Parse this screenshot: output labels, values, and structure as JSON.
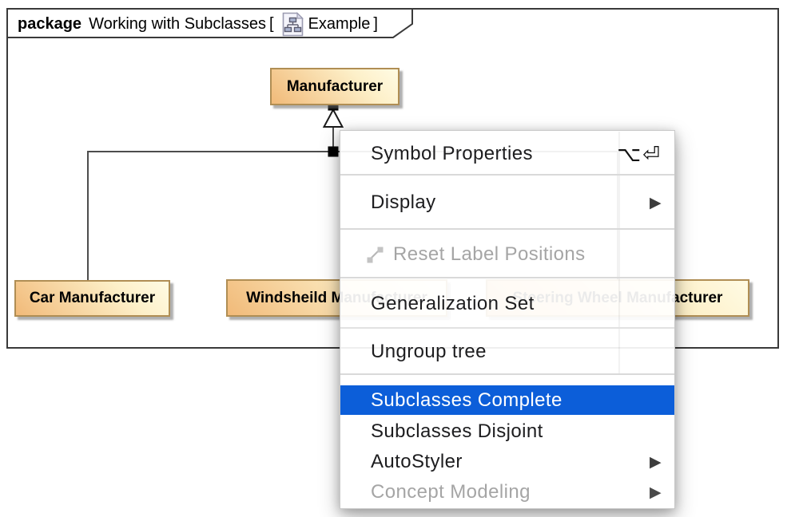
{
  "diagram": {
    "header": {
      "keyword": "package",
      "title": "Working with Subclasses",
      "bracket_open": "[",
      "diagram_name": "Example",
      "bracket_close": "]",
      "icon": "class-diagram-icon"
    },
    "classes": [
      {
        "name": "Manufacturer"
      },
      {
        "name": "Car Manufacturer"
      },
      {
        "name": "Windsheild Manufacturer"
      },
      {
        "name": "Steering Wheel Manufacturer"
      }
    ],
    "colors": {
      "class_fill_dark": "#f1ba79",
      "class_fill_light": "#fffbe4",
      "class_border": "#b08e54",
      "frame_border": "#3a3a3a"
    }
  },
  "context_menu": {
    "submenu_arrow": "▶",
    "items": [
      {
        "label": "Symbol Properties",
        "shortcut": "⌥⏎",
        "state": "normal"
      },
      {
        "label": "Display",
        "state": "normal",
        "submenu": true
      },
      {
        "label": "Reset Label Positions",
        "state": "disabled",
        "icon": "reset-label-positions-icon"
      },
      {
        "label": "Generalization Set",
        "state": "normal"
      },
      {
        "label": "Ungroup tree",
        "state": "normal"
      },
      {
        "label": "Subclasses Complete",
        "state": "highlighted"
      },
      {
        "label": "Subclasses Disjoint",
        "state": "normal"
      },
      {
        "label": "AutoStyler",
        "state": "normal",
        "submenu": true
      },
      {
        "label": "Concept Modeling",
        "state": "disabled",
        "submenu": true
      }
    ],
    "colors": {
      "highlight_bg": "#0c5ed9",
      "highlight_text": "#ffffff",
      "text": "#1d1d1f",
      "disabled_text": "#a5a5a5"
    }
  }
}
